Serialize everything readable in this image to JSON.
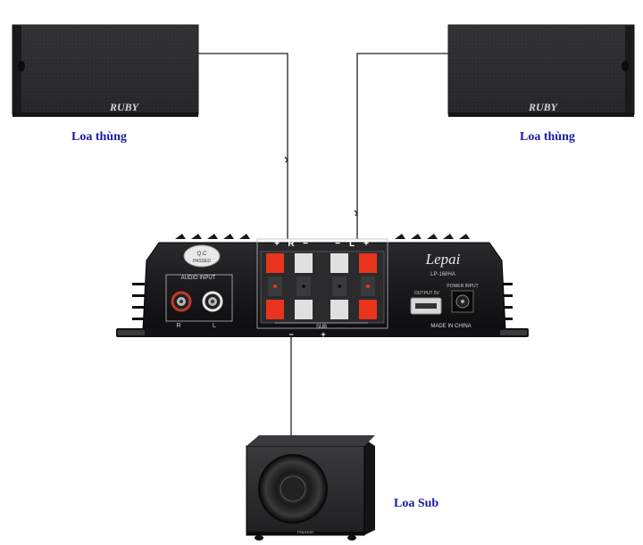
{
  "speakers": {
    "left": {
      "brand": "RUBY",
      "caption": "Loa thùng"
    },
    "right": {
      "brand": "RUBY",
      "caption": "Loa thùng"
    }
  },
  "subwoofer": {
    "caption": "Loa Sub",
    "brand": "POLKDIO"
  },
  "amplifier": {
    "brand": "Lepai",
    "model": "LP-168HA",
    "made_in": "MADE IN CHINA",
    "audio_input_label": "AUDIO INPUT",
    "input_r": "R",
    "input_l": "L",
    "output_label": "OUTPUT 5V",
    "power_label": "POWER INPUT",
    "sub_label": "SUB",
    "cert": [
      "Q.C",
      "PASSED"
    ],
    "terminal_top": [
      "+",
      "R",
      "−",
      "−",
      "L",
      "+"
    ],
    "sub_polarity": [
      "−",
      "+"
    ]
  },
  "colors": {
    "caption": "#1a1aa8",
    "wire": "#222222",
    "amp_body": "#1c1c1e",
    "terminal_red": "#e8341c",
    "speaker_cabinet": "#2a2a2c"
  }
}
